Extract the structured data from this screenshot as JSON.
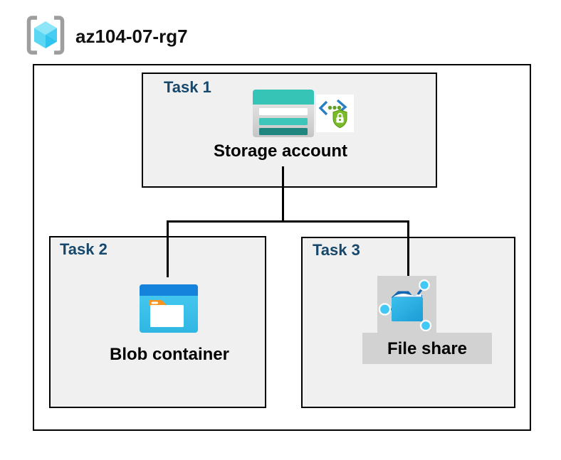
{
  "resource_group": {
    "name": "az104-07-rg7",
    "icon": "resource-group-icon"
  },
  "tasks": [
    {
      "label": "Task 1",
      "entity": "Storage account",
      "icons": [
        "storage-account-icon",
        "code-lock-icon"
      ]
    },
    {
      "label": "Task 2",
      "entity": "Blob container",
      "icons": [
        "blob-container-icon"
      ]
    },
    {
      "label": "Task 3",
      "entity": "File share",
      "icons": [
        "file-share-icon"
      ]
    }
  ],
  "connections": [
    {
      "from": "Storage account",
      "to": "Blob container"
    },
    {
      "from": "Storage account",
      "to": "File share"
    }
  ],
  "colors": {
    "task_label": "#17476B",
    "task_box_fill": "#F0F0F0",
    "border": "#000000",
    "storage_teal": "#35C4B5",
    "storage_teal_dark": "#1F867F",
    "blob_top_blue": "#1583DB",
    "blob_body_blue": "#3FC6F0",
    "folder_tab_orange": "#F7941E",
    "file_share_blue": "#2BAFE0",
    "file_share_dark_blue": "#1466B0",
    "node_cyan": "#41C8F5",
    "shield_green": "#7ABB28",
    "chevron_blue": "#2B7FC5",
    "highlight_gray": "#D2D2D2"
  }
}
